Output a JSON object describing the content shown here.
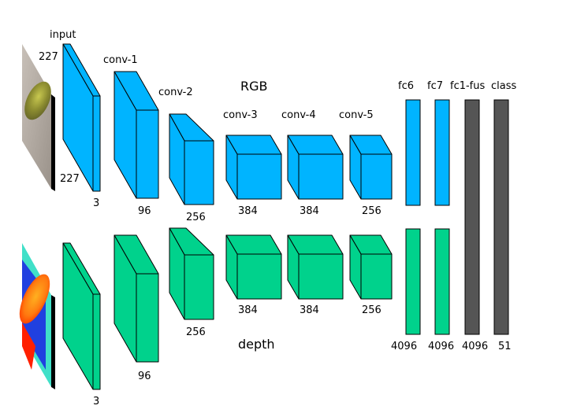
{
  "colors": {
    "rgb_stream": "#00b4ff",
    "depth_stream": "#00d28c",
    "fusion": "#555555",
    "outline": "#000000"
  },
  "labels": {
    "input": "input",
    "rgb": "RGB",
    "depth": "depth",
    "conv1": "conv-1",
    "conv2": "conv-2",
    "conv3": "conv-3",
    "conv4": "conv-4",
    "conv5": "conv-5",
    "fc6": "fc6",
    "fc7": "fc7",
    "fc1_fus": "fc1-fus",
    "class": "class"
  },
  "dims": {
    "input_h": "227",
    "input_w": "227",
    "rgb_input_c": "3",
    "rgb_conv1": "96",
    "rgb_conv2": "256",
    "rgb_conv3": "384",
    "rgb_conv4": "384",
    "rgb_conv5": "256",
    "depth_input_c": "3",
    "depth_conv1": "96",
    "depth_conv2": "256",
    "depth_conv3": "384",
    "depth_conv4": "384",
    "depth_conv5": "256",
    "fc6": "4096",
    "fc7": "4096",
    "fc1_fus": "4096",
    "class": "51"
  }
}
